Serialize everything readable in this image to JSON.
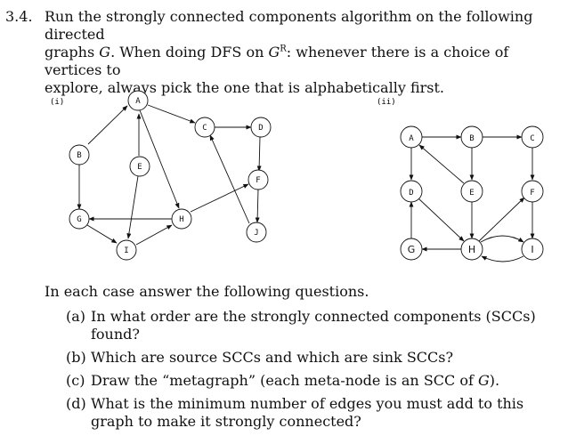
{
  "problem": {
    "number": "3.4.",
    "line1": "Run the strongly connected components algorithm on the following directed",
    "line2_pre": "graphs ",
    "line2_G": "G",
    "line2_mid": ". When doing DFS on ",
    "line2_GR": "G",
    "line2_sup": "R",
    "line2_post": ": whenever there is a choice of vertices to",
    "line3": "explore, always pick the one that is alphabetically first."
  },
  "graph1": {
    "label": "(i)",
    "nodes": [
      "A",
      "B",
      "C",
      "D",
      "E",
      "F",
      "G",
      "H",
      "I",
      "J"
    ]
  },
  "graph2": {
    "label": "(ii)",
    "nodes": [
      "A",
      "B",
      "C",
      "D",
      "E",
      "F",
      "G",
      "H",
      "I"
    ]
  },
  "intro": "In each case answer the following questions.",
  "questions": [
    {
      "label": "(a)",
      "text": "In what order are the strongly connected components (SCCs) found?"
    },
    {
      "label": "(b)",
      "text": "Which are source SCCs and which are sink SCCs?"
    },
    {
      "label": "(c)",
      "text_pre": "Draw the “metagraph” (each meta-node is an SCC of ",
      "text_G": "G",
      "text_post": ")."
    },
    {
      "label": "(d)",
      "text": "What is the minimum number of edges you must add to this graph to make it strongly connected?"
    }
  ]
}
